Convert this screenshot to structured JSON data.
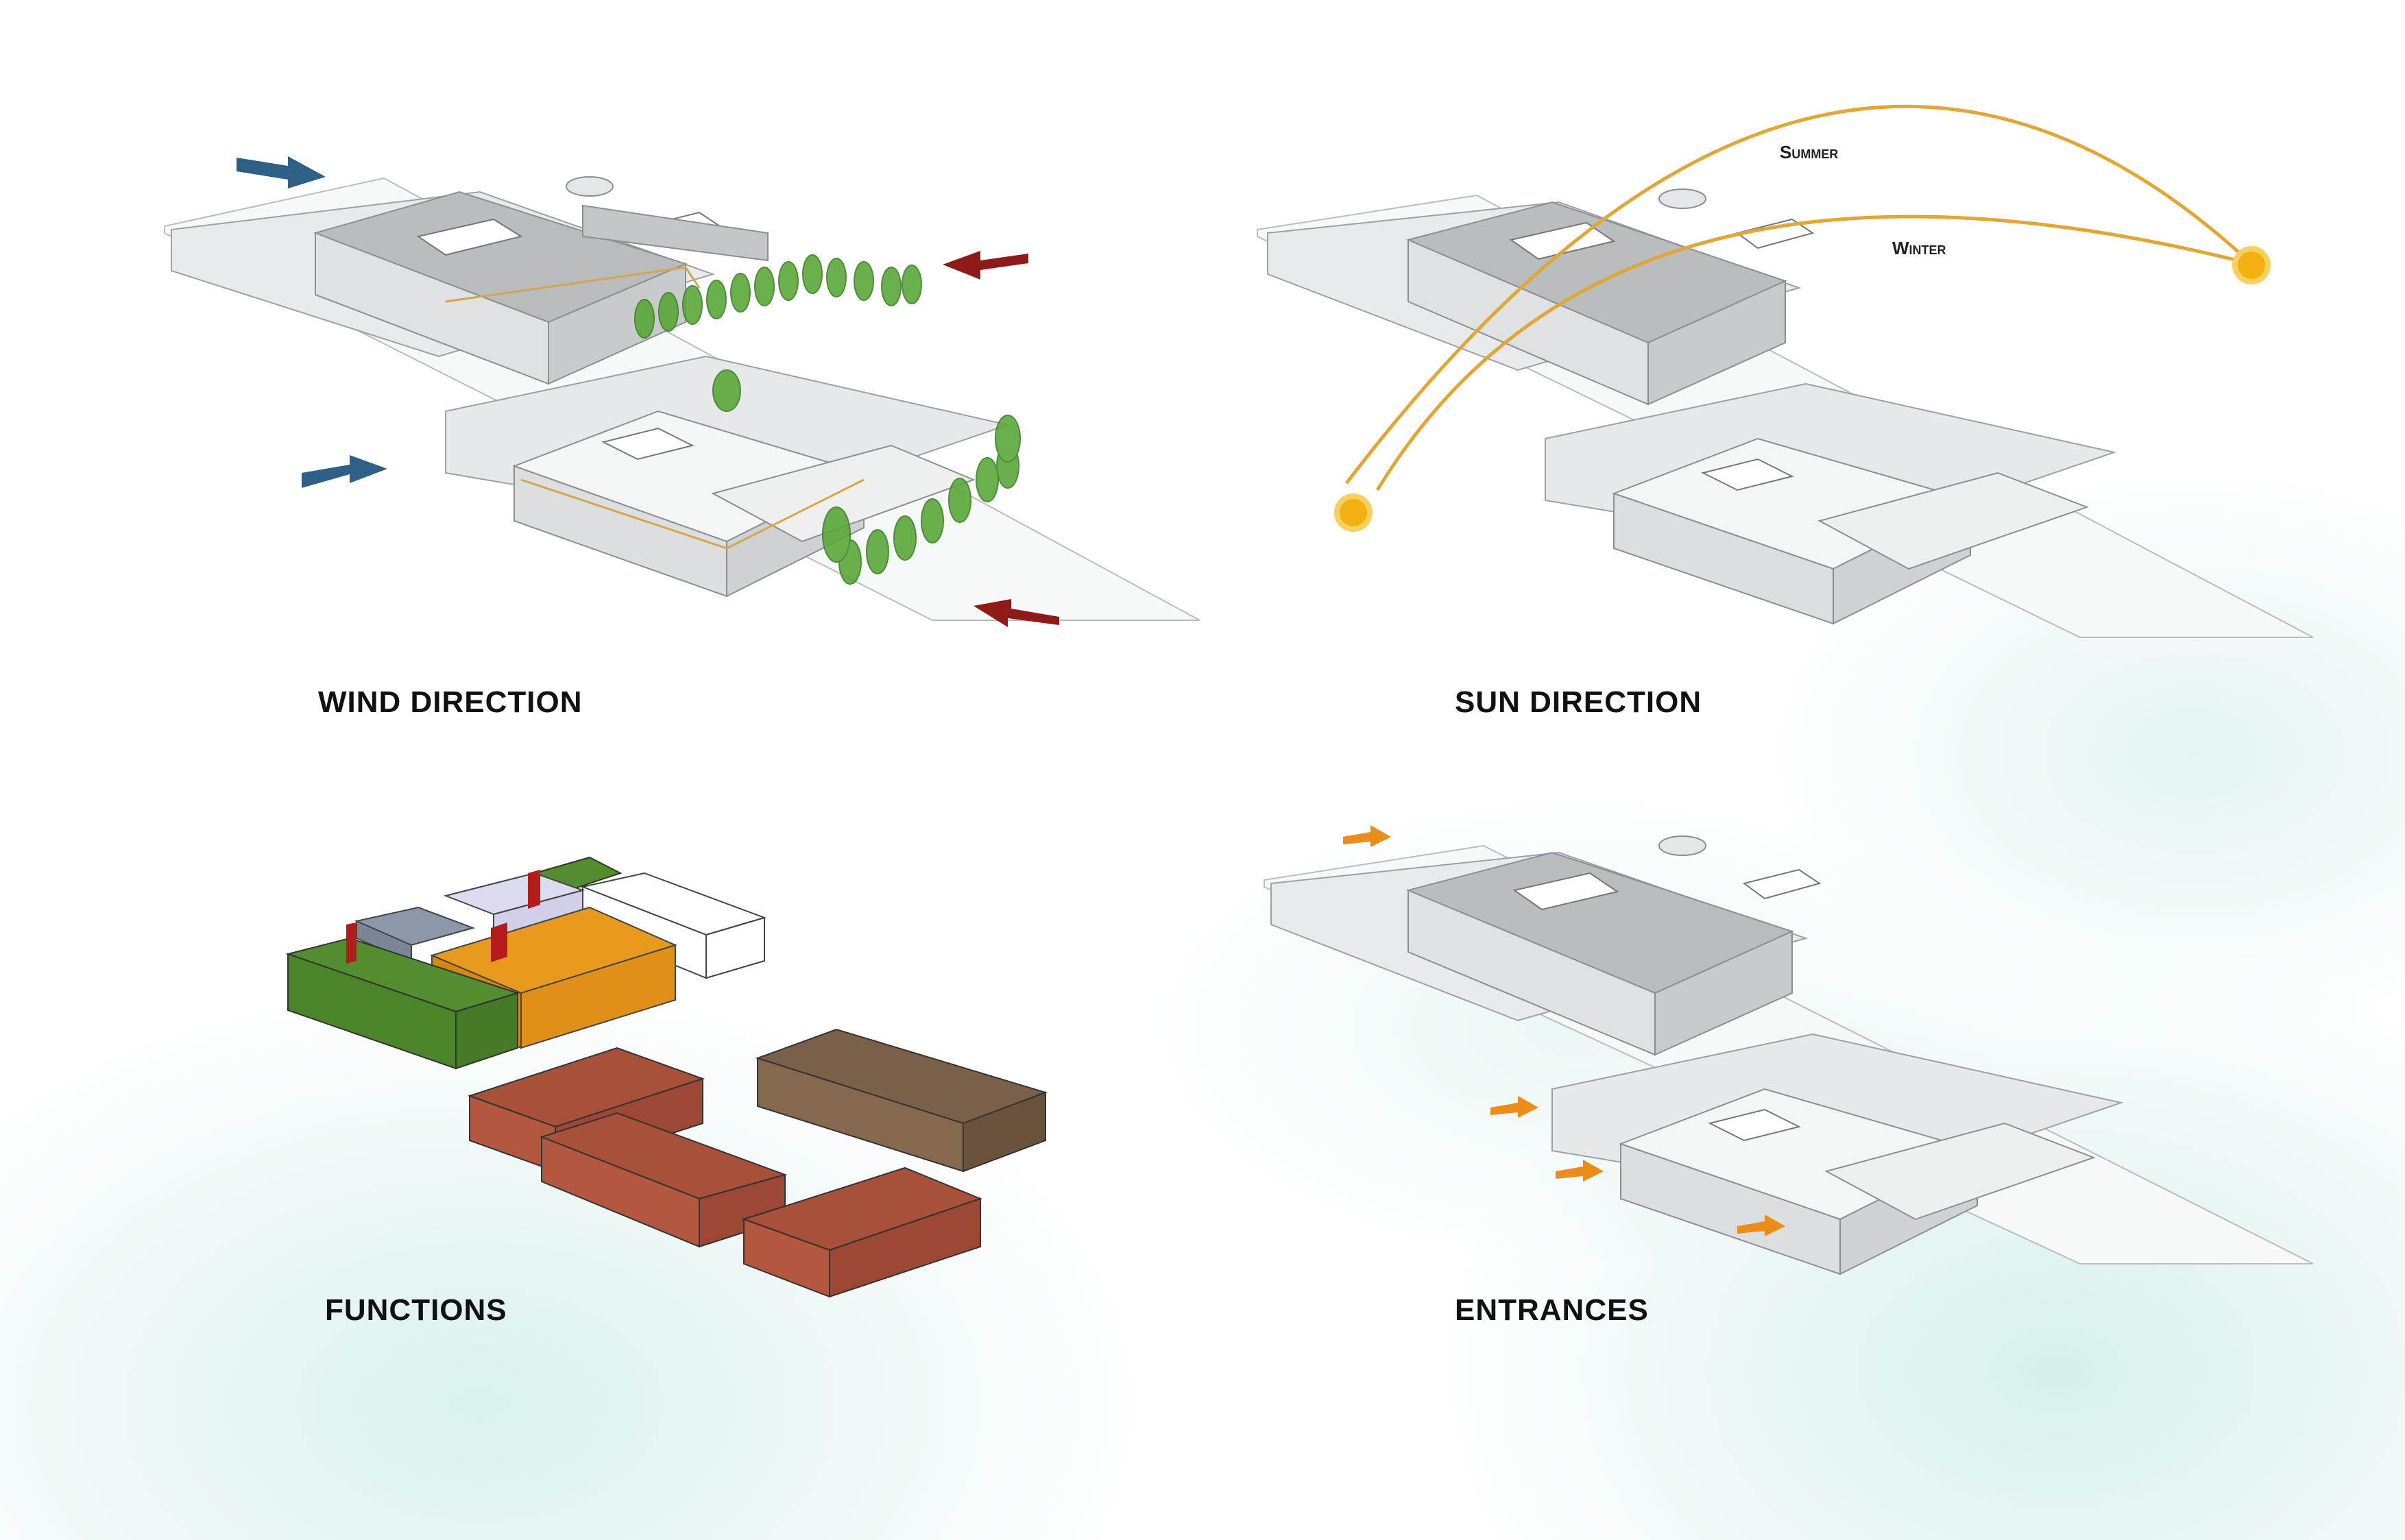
{
  "panels": {
    "wind": {
      "caption": "WIND DIRECTION"
    },
    "sun": {
      "caption": "SUN DIRECTION",
      "arc_labels": {
        "summer": "Summer",
        "winter": "Winter"
      }
    },
    "functions": {
      "caption": "FUNCTIONS"
    },
    "entrances": {
      "caption": "ENTRANCES"
    }
  },
  "colors": {
    "wind_cool": "#2e5f86",
    "wind_warm": "#8e1b17",
    "sun_path": "#e1a634",
    "sun": "#f3b010",
    "entrance_arrow": "#ec8d1a",
    "tree": "#5aa83a",
    "function_green": "#548c30",
    "function_orange": "#e89a1e",
    "function_grey_blue": "#8c97aa",
    "function_lavender": "#dcdcf0",
    "function_white": "#ffffff",
    "function_brick": "#a8503a",
    "function_brown": "#7a6048",
    "function_red_marker": "#b21c1c"
  }
}
